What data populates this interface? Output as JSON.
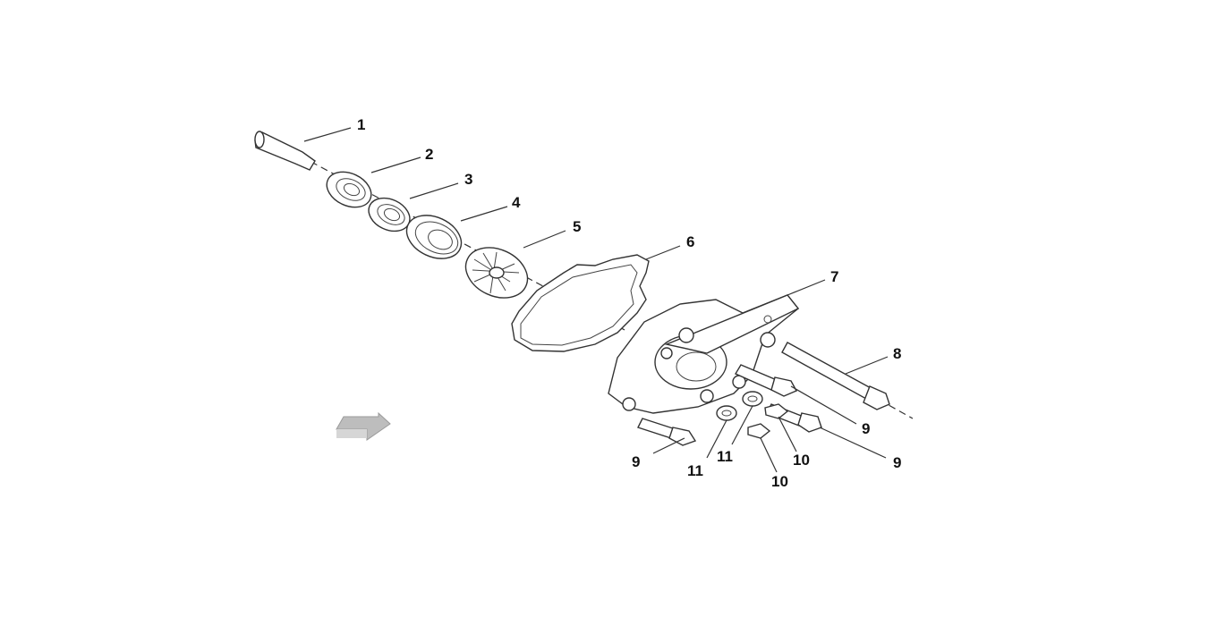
{
  "diagram": {
    "title": "Water pump exploded view",
    "callouts": [
      "1",
      "2",
      "3",
      "4",
      "5",
      "6",
      "7",
      "8",
      "9",
      "9",
      "9",
      "10",
      "10",
      "11",
      "11"
    ],
    "direction_arrow_color": "#bdbdbd"
  }
}
